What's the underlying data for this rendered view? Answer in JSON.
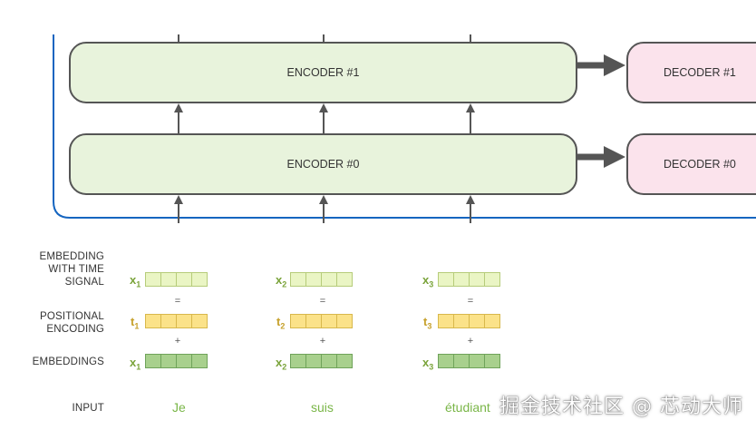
{
  "encoders": [
    {
      "label": "ENCODER #1"
    },
    {
      "label": "ENCODER #0"
    }
  ],
  "decoders": [
    {
      "label": "DECODER #1"
    },
    {
      "label": "DECODER #0"
    }
  ],
  "row_labels": {
    "embedding_time_signal": [
      "EMBEDDING",
      "WITH TIME",
      "SIGNAL"
    ],
    "positional_encoding": [
      "POSITIONAL",
      "ENCODING"
    ],
    "embeddings": "EMBEDDINGS",
    "input": "INPUT"
  },
  "columns": [
    {
      "x_symbol": "x",
      "t_symbol": "t",
      "sub": "1",
      "word": "Je"
    },
    {
      "x_symbol": "x",
      "t_symbol": "t",
      "sub": "2",
      "word": "suis"
    },
    {
      "x_symbol": "x",
      "t_symbol": "t",
      "sub": "3",
      "word": "étudiant"
    }
  ],
  "operators": {
    "equals": "=",
    "plus": "+"
  },
  "watermark": "掘金技术社区 @ 芯动大师",
  "colors": {
    "encoder_fill": "#e8f3dc",
    "decoder_fill": "#fbe3ec",
    "stack_outline": "#1565c0",
    "arrow": "#555555"
  }
}
